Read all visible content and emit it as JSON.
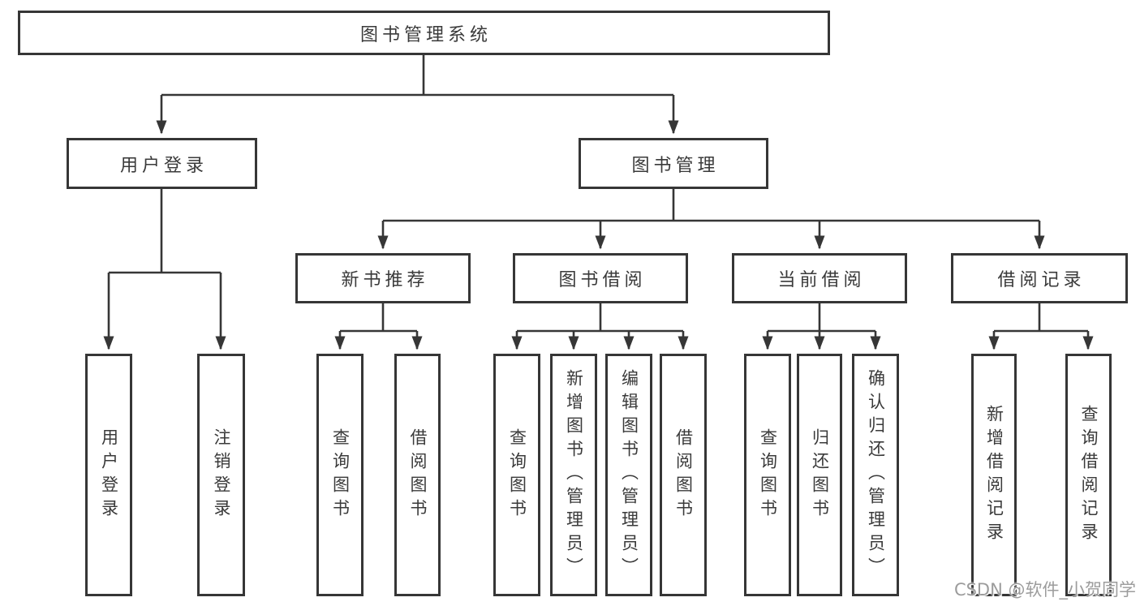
{
  "diagram": {
    "tree": {
      "label": "图书管理系统",
      "children": [
        {
          "label": "用户登录",
          "children": [
            {
              "label": "用户登录"
            },
            {
              "label": "注销登录"
            }
          ]
        },
        {
          "label": "图书管理",
          "children": [
            {
              "label": "新书推荐",
              "children": [
                {
                  "label": "查询图书"
                },
                {
                  "label": "借阅图书"
                }
              ]
            },
            {
              "label": "图书借阅",
              "children": [
                {
                  "label": "查询图书"
                },
                {
                  "label": "新增图书（管理员）"
                },
                {
                  "label": "编辑图书（管理员）"
                },
                {
                  "label": "借阅图书"
                }
              ]
            },
            {
              "label": "当前借阅",
              "children": [
                {
                  "label": "查询图书"
                },
                {
                  "label": "归还图书"
                },
                {
                  "label": "确认归还（管理员）"
                }
              ]
            },
            {
              "label": "借阅记录",
              "children": [
                {
                  "label": "新增借阅记录"
                },
                {
                  "label": "查询借阅记录"
                }
              ]
            }
          ]
        }
      ]
    },
    "watermark": "CSDN @软件_小贺同学",
    "colors": {
      "line": "#363636",
      "text": "#3a3a3a",
      "box_fill": "#ffffff",
      "background": "#ffffff",
      "watermark": "#9c9c9c"
    }
  }
}
